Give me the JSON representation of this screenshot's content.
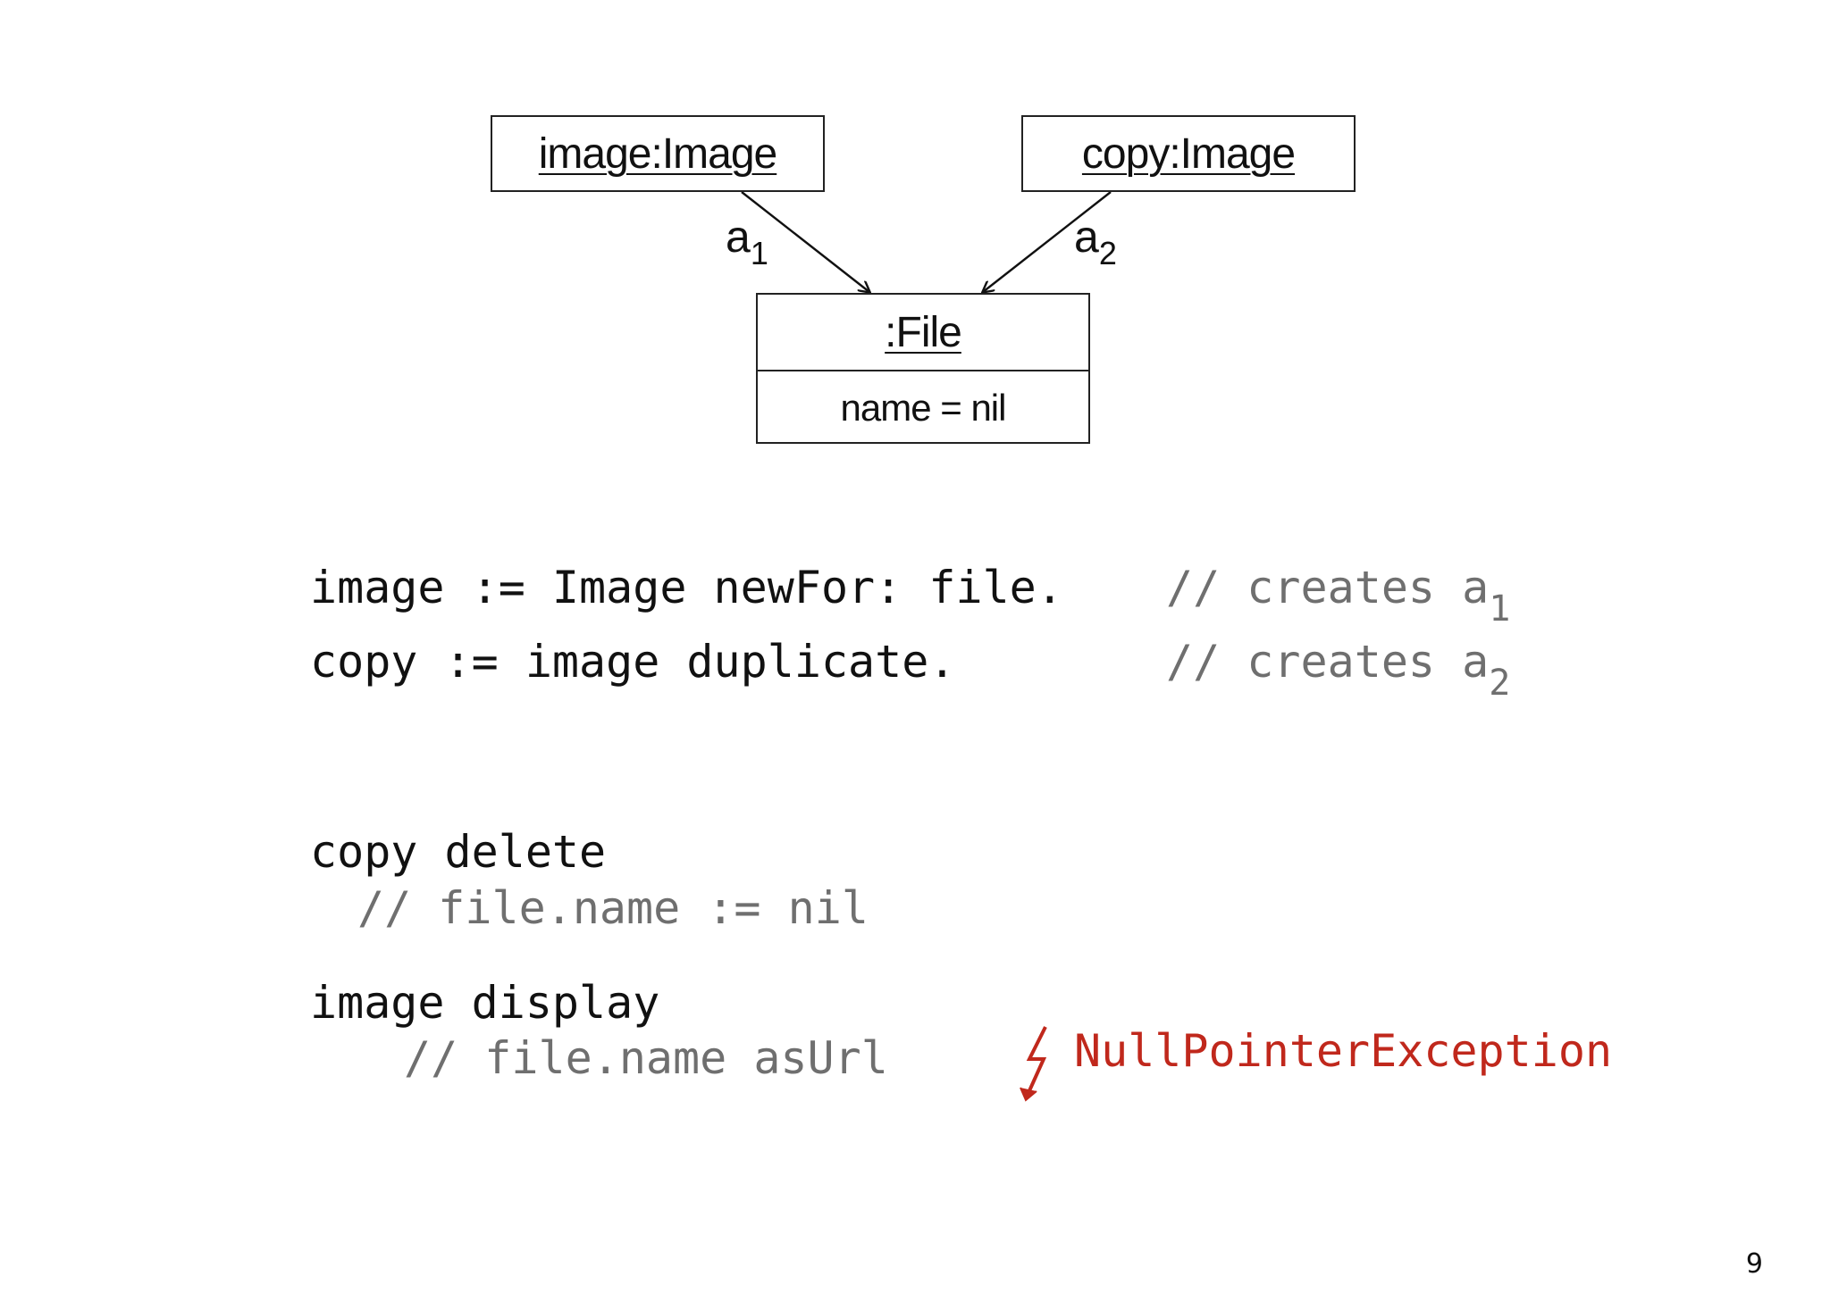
{
  "diagram": {
    "objects": {
      "image": {
        "title": "image:Image"
      },
      "copy": {
        "title": "copy:Image"
      },
      "file": {
        "title": ":File",
        "attribute": "name = nil"
      }
    },
    "associations": {
      "a1": {
        "base": "a",
        "index": "1"
      },
      "a2": {
        "base": "a",
        "index": "2"
      }
    }
  },
  "code": {
    "line1": "image := Image newFor: file.",
    "line1_comment": {
      "text": "// creates a",
      "sub": "1"
    },
    "line2": "copy := image duplicate.",
    "line2_comment": {
      "text": "// creates a",
      "sub": "2"
    },
    "line3": "copy delete",
    "line4": "// file.name := nil",
    "line5": "image display",
    "line6": "// file.name asUrl",
    "error": "NullPointerException"
  },
  "colors": {
    "code": "#111111",
    "comment": "#6f6f6f",
    "error": "#c0281c"
  },
  "icons": {
    "error_icon": "lightning-bolt-icon"
  },
  "page_number": "9"
}
